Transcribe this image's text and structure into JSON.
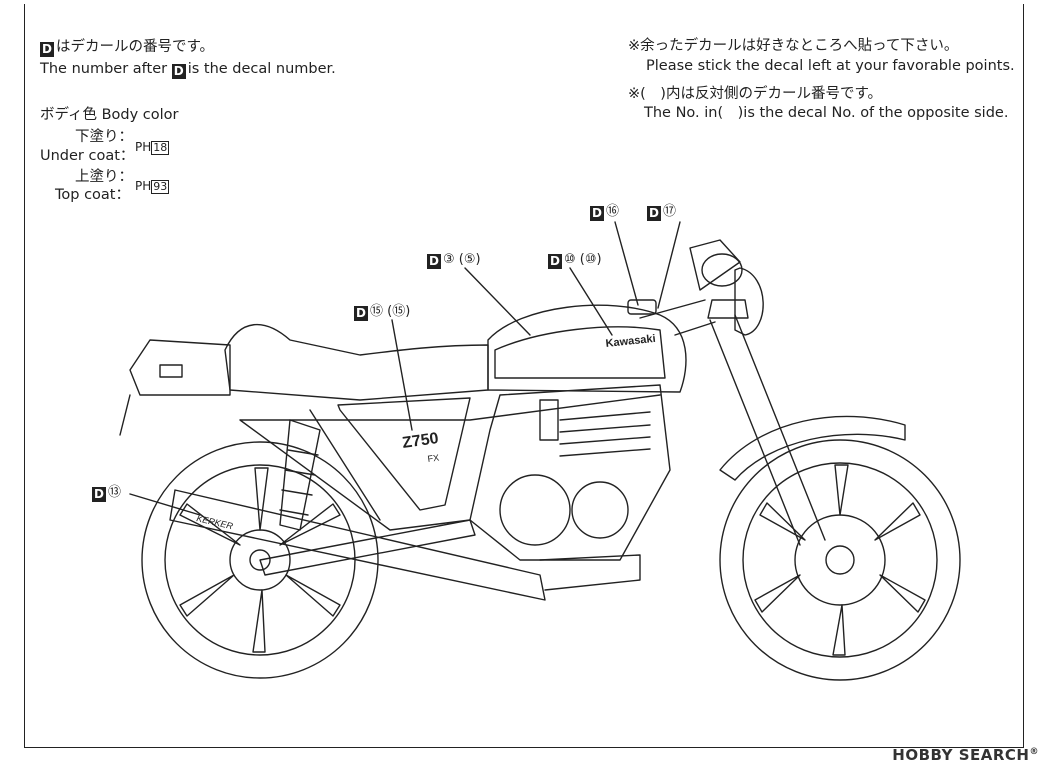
{
  "instructions": {
    "decal_jp": "はデカールの番号です。",
    "decal_en_pre": "The number after",
    "decal_en_post": "is the decal number.",
    "leftover_jp": "※余ったデカールは好きなところへ貼って下さい。",
    "leftover_en": "Please stick the decal left at your favorable points.",
    "opposite_jp": "※(　)内は反対側のデカール番号です。",
    "opposite_en": "The No. in(　)is the decal No. of the opposite side."
  },
  "body_color": {
    "title": "ボディ色 Body color",
    "under_jp": "下塗り：",
    "under_en": "Under coat：",
    "under_code": "18",
    "top_jp": "上塗り：",
    "top_en": "Top coat：",
    "top_code": "93",
    "paint_prefix": "PH"
  },
  "decal_marker": "D",
  "callouts": {
    "c16": "⑯",
    "c17": "⑰",
    "c3": "③ (⑤)",
    "c10": "⑩ (⑩)",
    "c15": "⑮ (⑮)",
    "c13": "⑬"
  },
  "labels": {
    "tank_brand": "Kawasaki",
    "side_model": "Z750",
    "side_sub": "FX",
    "exhaust_brand": "KERKER"
  },
  "watermark": {
    "brand": "HOBBY SEARCH",
    "reg": "®"
  },
  "colors": {
    "ink": "#222222",
    "paper": "#ffffff"
  }
}
